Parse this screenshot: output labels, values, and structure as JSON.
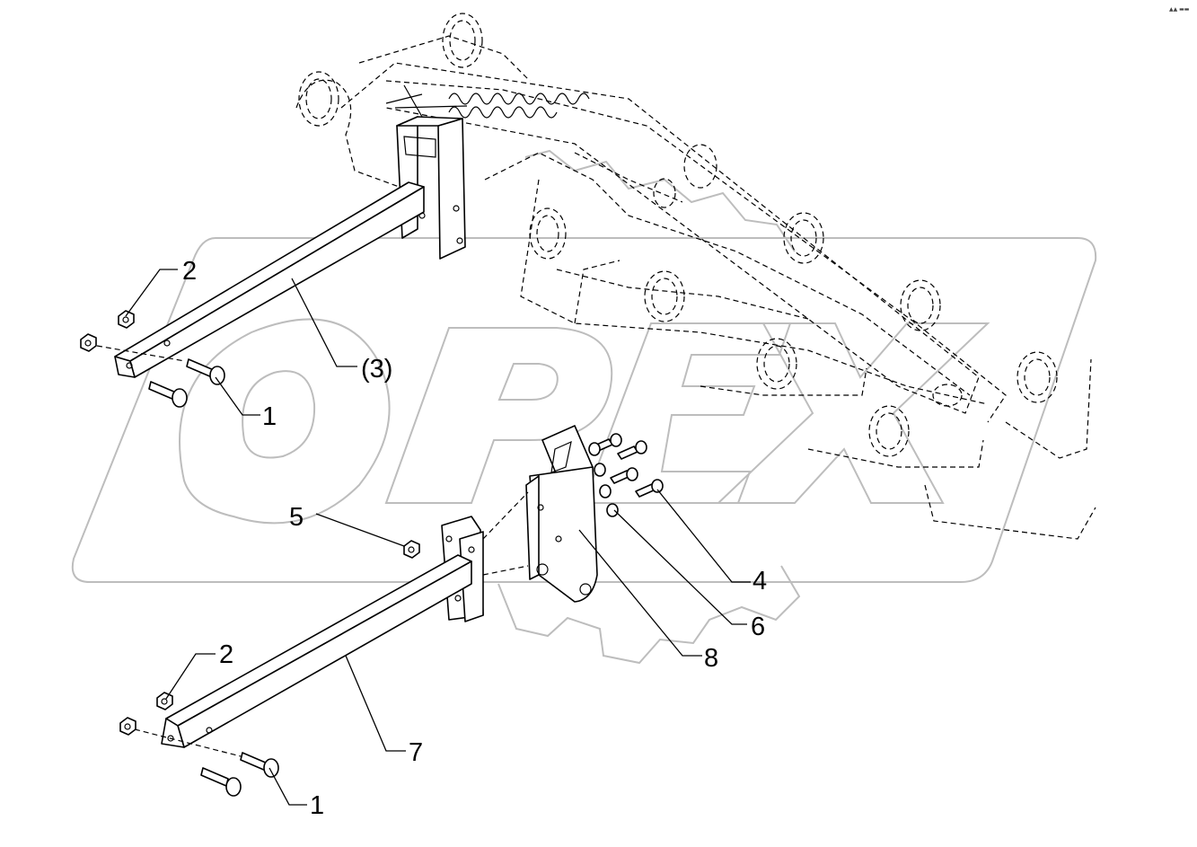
{
  "watermark": {
    "text": "OPEX"
  },
  "corner_mark": "▲▲ ▬▬",
  "callouts": {
    "part_1_upper": "1",
    "part_2_upper": "2",
    "part_3_ref": "(3)",
    "part_4": "4",
    "part_5": "5",
    "part_6": "6",
    "part_7": "7",
    "part_8": "8",
    "part_2_lower": "2",
    "part_1_lower": "1"
  }
}
